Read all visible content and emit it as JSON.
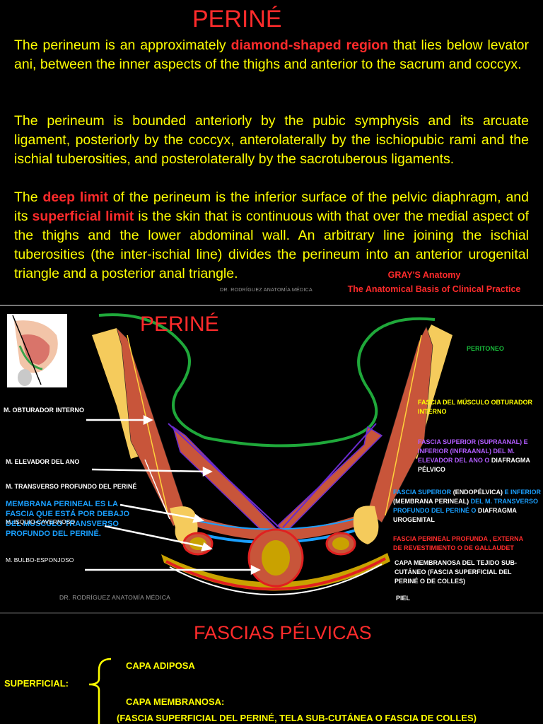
{
  "slide1": {
    "title": "PERINÉ",
    "p1": {
      "a": "The perineum is an approximately ",
      "b": "diamond-shaped region",
      "c": " that lies below levator ani, between the inner aspects of the thighs and anterior to the sacrum and coccyx."
    },
    "p2": "The perineum is bounded anteriorly by the pubic symphysis and its arcuate ligament, posteriorly by the coccyx, anterolaterally by the ischiopubic rami and the ischial tuberosities, and posterolaterally by the sacrotuberous ligaments.",
    "p3": {
      "a": "The ",
      "b": "deep limit",
      "c": " of the perineum is the inferior surface of the pelvic diaphragm, and its ",
      "d": "superficial limit",
      "e": " is the skin that is continuous with that over the medial aspect of the thighs and the lower abdominal wall. An arbitrary line joining the ischial tuberosities (the inter-ischial line) divides the perineum into an anterior urogenital triangle and a posterior anal triangle."
    },
    "credit": "DR. RODRÍGUEZ    ANATOMÍA MÉDICA",
    "source_line1": "GRAY'S Anatomy",
    "source_line2": "The Anatomical Basis of Clinical Practice"
  },
  "slide2": {
    "title": "PERINÉ",
    "credit": "DR. RODRÍGUEZ    ANATOMÍA MÉDICA",
    "left_labels": {
      "obturador": "M. OBTURADOR INTERNO",
      "elevador": "M.  ELEVADOR DEL ANO",
      "transverso": "M. TRANSVERSO PROFUNDO DEL PERINÉ",
      "membrana": "MEMBRANA PERINEAL ES LA FASCIA QUE ESTÁ POR DEBAJO DEL MUSCULO TRANSVERSO PROFUNDO DEL PERINÉ.",
      "isquio": "M. ISQUIO-CAVERNOSO",
      "bulbo": "M. BULBO-ESPONJOSO"
    },
    "right_labels": {
      "peritoneo": "PERITONEO",
      "fascia_obturador": "FASCIA DEL  MÚSCULO OBTURADOR INTERNO",
      "fascia_superior_a": "FASCIA SUPERIOR (SUPRAANAL) E INFERIOR (INFRAANAL) DEL M. ELEVADOR DEL ANO  O ",
      "fascia_superior_b": "DIAFRAGMA PÉLVICO",
      "fascia_endo_a": "FASCIA  SUPERIOR  ",
      "fascia_endo_b": "(ENDOPÉLVICA)",
      "fascia_endo_c": "  E INFERIOR ",
      "fascia_endo_d": "(MEMBRANA PERINEAL)",
      "fascia_endo_e": " DEL  M.  TRANSVERSO  PROFUNDO  DEL PERINÉ  O ",
      "fascia_endo_f": "DIAFRAGMA UROGENITAL",
      "fascia_profunda": "FASCIA PERINEAL PROFUNDA , EXTERNA DE REVESTIMIENTO O DE GALLAUDET",
      "capa_membranosa": "CAPA MEMBRANOSA DEL TEJIDO SUB-CUTÁNEO (FASCIA  SUPERFICIAL DEL PERINÉ O DE COLLES)",
      "piel": "PIEL"
    },
    "colors": {
      "muscle": "#c8553a",
      "fat": "#f5cb5c",
      "peritoneum": "#1fa83a",
      "fascia_purple": "#6a2bd0",
      "fascia_blue": "#1aa0ff",
      "skin_yellow": "#c9a200"
    }
  },
  "slide3": {
    "title": "FASCIAS PÉLVICAS",
    "superficial": "SUPERFICIAL:",
    "capa_adiposa": "CAPA ADIPOSA",
    "capa_membranosa": "CAPA MEMBRANOSA:",
    "capa_detail": "(FASCIA SUPERFICIAL DEL PERINÉ, TELA SUB-CUTÁNEA  O FASCIA DE COLLES)"
  }
}
